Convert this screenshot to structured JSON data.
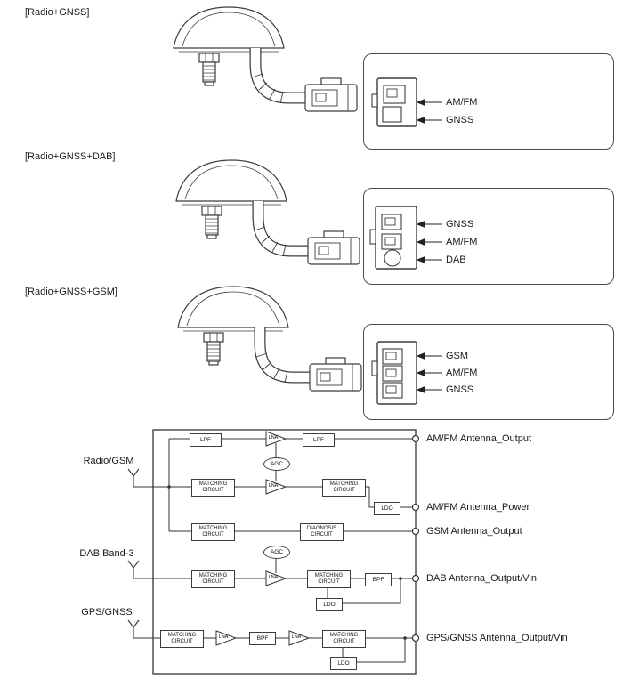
{
  "sections": [
    {
      "label": "[Radio+GNSS]",
      "ports": [
        "AM/FM",
        "GNSS"
      ]
    },
    {
      "label": "[Radio+GNSS+DAB]",
      "ports": [
        "GNSS",
        "AM/FM",
        "DAB"
      ]
    },
    {
      "label": "[Radio+GNSS+GSM]",
      "ports": [
        "GSM",
        "AM/FM",
        "GNSS"
      ]
    }
  ],
  "diagram": {
    "inputs": [
      "Radio/GSM",
      "DAB Band-3",
      "GPS/GNSS"
    ],
    "outputs": [
      "AM/FM Antenna_Output",
      "AM/FM Antenna_Power",
      "GSM Antenna_Output",
      "DAB Antenna_Output/Vin",
      "GPS/GNSS Antenna_Output/Vin"
    ],
    "blocks": {
      "lpf1": "LPF",
      "lna1": "LNA",
      "lpf2": "LPF",
      "agc1": "AGC",
      "mc1": "MATCHING CIRCUIT",
      "lna2": "LNA",
      "mc2": "MATCHING CIRCUIT",
      "ldo1": "LDO",
      "mc3": "MATCHING CIRCUIT",
      "diag1": "DIAGNOSIS CIRCUIT",
      "agc2": "AGC",
      "mc4": "MATCHING CIRCUIT",
      "lna3": "LNA",
      "mc5": "MATCHING CIRCUIT",
      "bpf1": "BPF",
      "ldo2": "LDO",
      "mc6": "MATCHING CIRCUIT",
      "lna4": "LNA",
      "bpf2": "BPF",
      "lna5": "LNA",
      "mc7": "MATCHING CIRCUIT",
      "ldo3": "LDO"
    }
  }
}
